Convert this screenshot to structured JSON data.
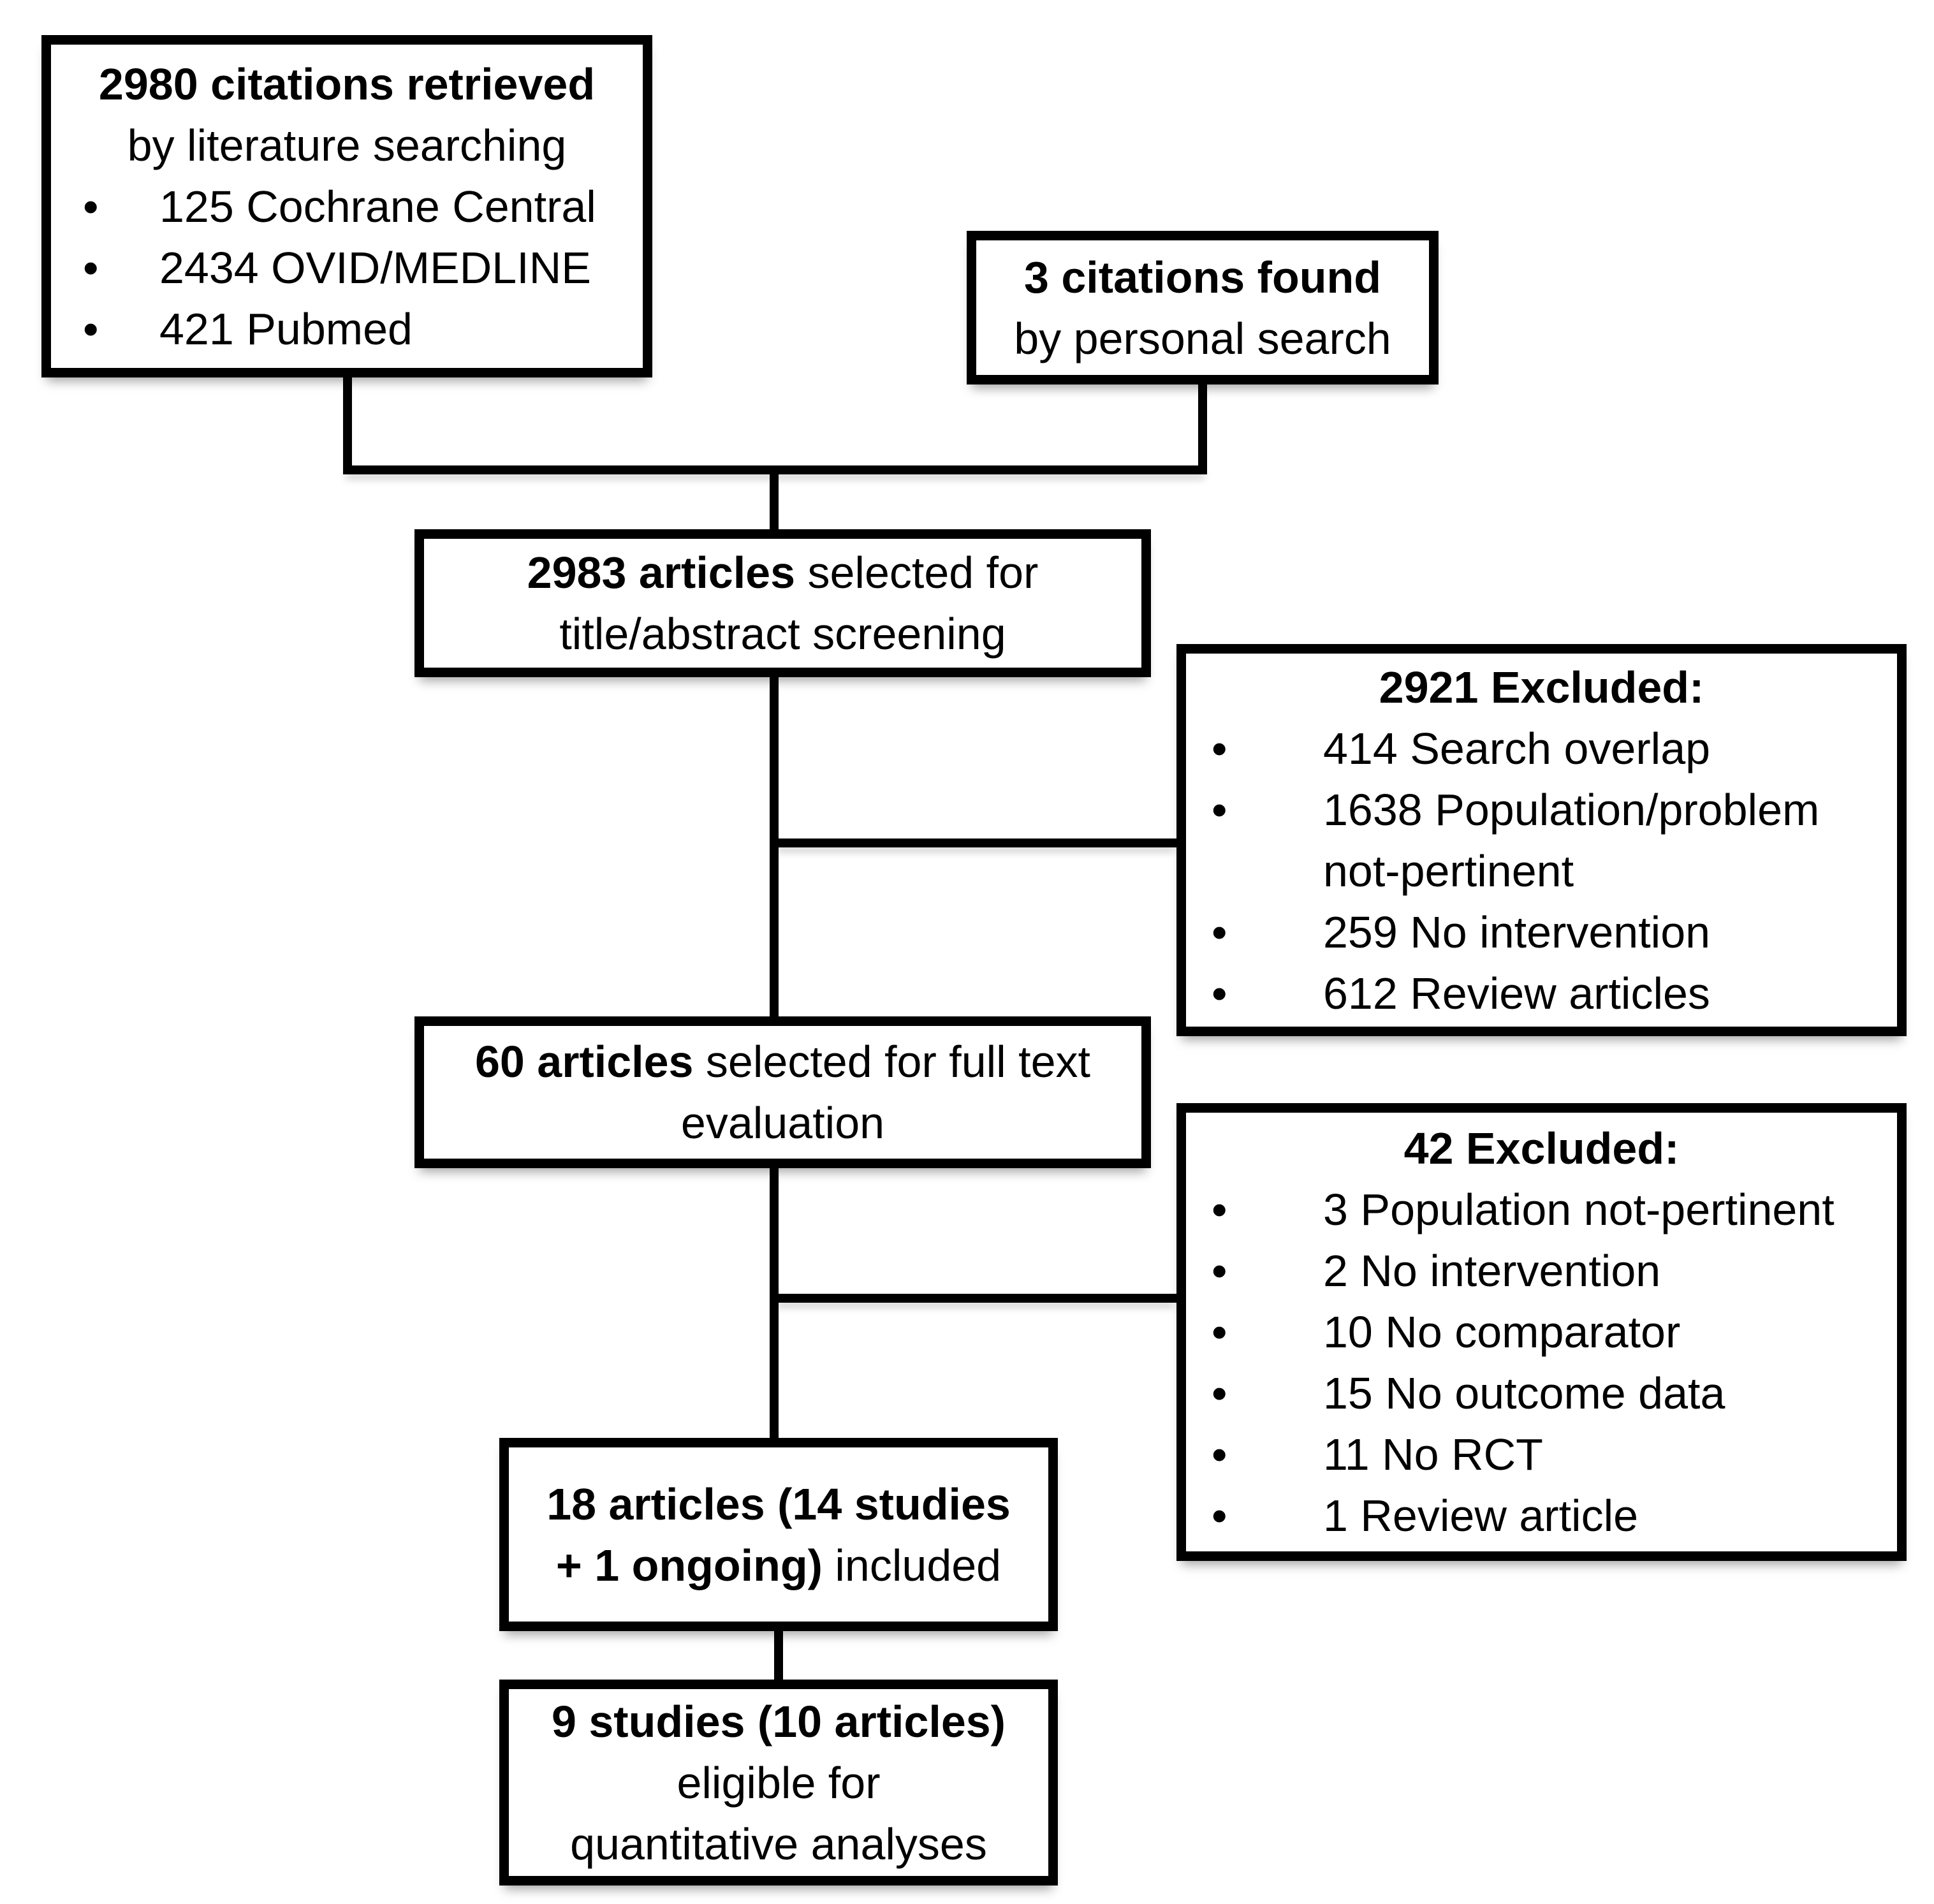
{
  "colors": {
    "line": "#000000",
    "background": "#ffffff",
    "text": "#000000"
  },
  "glyphs": {
    "bullet": "•"
  },
  "boxes": {
    "retrieved": {
      "title": "2980 citations retrieved",
      "subtitle": "by literature searching",
      "bullets": [
        "125 Cochrane Central",
        "2434 OVID/MEDLINE",
        "421 Pubmed"
      ]
    },
    "personal": {
      "title": "3 citations found",
      "subtitle": "by personal search"
    },
    "screening": {
      "count": "2983 articles",
      "rest": " selected for",
      "line2": "title/abstract screening"
    },
    "excluded_screening": {
      "title": "2921 Excluded:",
      "bullets": [
        "414 Search overlap",
        "1638 Population/problem not-pertinent",
        "259 No intervention",
        "612 Review articles"
      ]
    },
    "fulltext": {
      "count": "60 articles",
      "rest": " selected for full text",
      "line2": "evaluation"
    },
    "excluded_fulltext": {
      "title": "42 Excluded:",
      "bullets": [
        "3 Population not-pertinent",
        "2 No intervention",
        "10 No comparator",
        "15 No outcome data",
        "11 No RCT",
        "1 Review article"
      ]
    },
    "included": {
      "bold1": "18 articles (14 studies",
      "bold2": "+ 1 ongoing)",
      "rest2": " included"
    },
    "quantitative": {
      "bold": "9 studies (10 articles)",
      "line2": "eligible for",
      "line3": "quantitative analyses"
    }
  }
}
